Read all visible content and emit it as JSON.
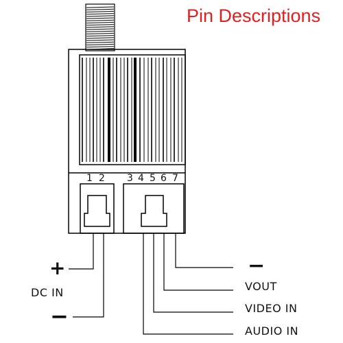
{
  "title": "Pin Descriptions",
  "pin_numbers": [
    "1",
    "2",
    "3",
    "4",
    "5",
    "6",
    "7"
  ],
  "labels": {
    "plus": "+",
    "minus_dc": "−",
    "dc_in": "DC IN",
    "minus_out": "−",
    "vout": "VOUT",
    "video_in": "VIDEO IN",
    "audio_in": "AUDIO IN"
  },
  "colors": {
    "title": "#e02020",
    "line": "#000000"
  }
}
